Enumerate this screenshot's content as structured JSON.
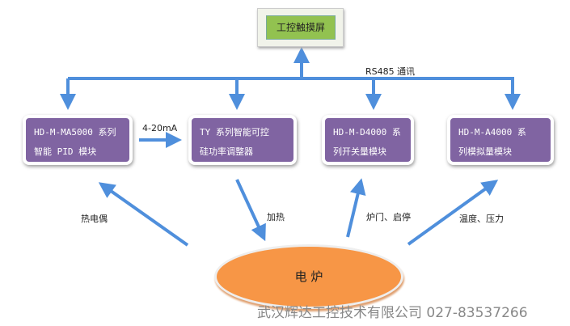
{
  "hmi": {
    "label": "工控触摸屏"
  },
  "bus": {
    "label": "RS485 通讯"
  },
  "modules": [
    {
      "line1": "HD-M-MA5000 系列",
      "line2": "智能 PID 模块"
    },
    {
      "line1": "TY 系列智能可控",
      "line2": "硅功率调整器"
    },
    {
      "line1": "HD-M-D4000 系",
      "line2": "列开关量模块"
    },
    {
      "line1": "HD-M-A4000  系",
      "line2": "列模拟量模块"
    }
  ],
  "signal": {
    "label": "4-20mA"
  },
  "links": {
    "thermocouple": "热电偶",
    "heating": "加热",
    "door": "炉门、启停",
    "temp": "温度、压力"
  },
  "furnace": {
    "label": "电 炉"
  },
  "watermark": "武汉辉达工控技术有限公司  027-83537266",
  "colors": {
    "arrow": "#4f8fdc",
    "module": "#8064a2",
    "furnace": "#f79646",
    "hmi": "#92c250"
  }
}
